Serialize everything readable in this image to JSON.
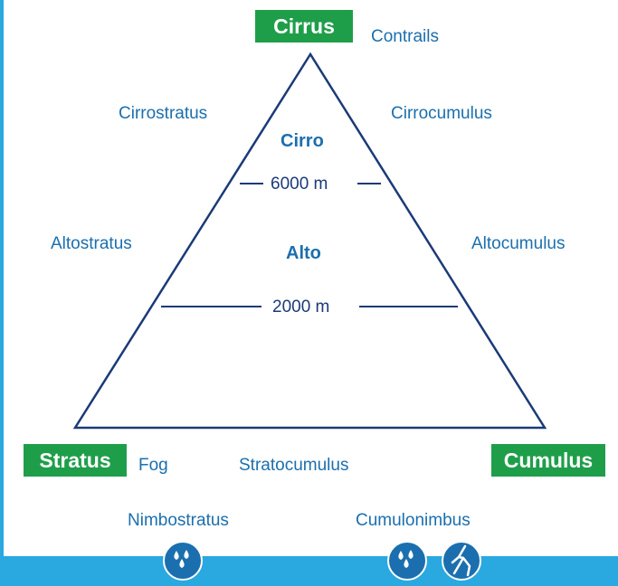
{
  "corners": {
    "top": "Cirrus",
    "bottom_left": "Stratus",
    "bottom_right": "Cumulus"
  },
  "labels": {
    "contrails": "Contrails",
    "cirrostratus": "Cirrostratus",
    "cirrocumulus": "Cirrocumulus",
    "altostratus": "Altostratus",
    "altocumulus": "Altocumulus",
    "fog": "Fog",
    "stratocumulus": "Stratocumulus",
    "nimbostratus": "Nimbostratus",
    "cumulonimbus": "Cumulonimbus"
  },
  "levels": {
    "upper": "Cirro",
    "middle": "Alto"
  },
  "altitudes": {
    "upper": "6000 m",
    "lower": "2000 m"
  },
  "icons": {
    "nimbostratus": [
      "rain-drops-icon"
    ],
    "cumulonimbus": [
      "rain-drops-icon",
      "lightning-icon"
    ]
  },
  "colors": {
    "tag_background": "#1f9e4a",
    "label_text": "#1b6fae",
    "triangle_line": "#1b3a78",
    "accent_band": "#2aa8e0"
  }
}
